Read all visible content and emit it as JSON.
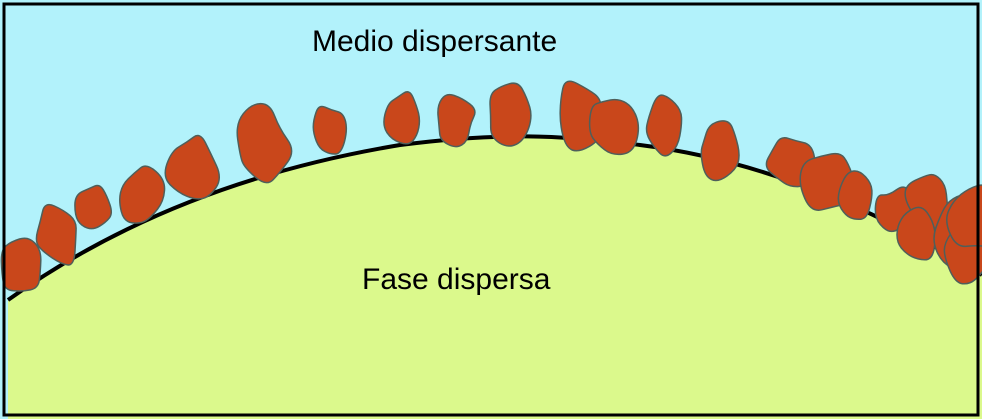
{
  "labels": {
    "medium": "Medio dispersante",
    "phase": "Fase dispersa"
  },
  "colors": {
    "medium": "#b2f2fb",
    "phase": "#dbf98c",
    "particle": "#c9471b",
    "particle_outline": "#4f5f5a",
    "interface": "#000000",
    "border": "#000000"
  },
  "particle_count": 23
}
